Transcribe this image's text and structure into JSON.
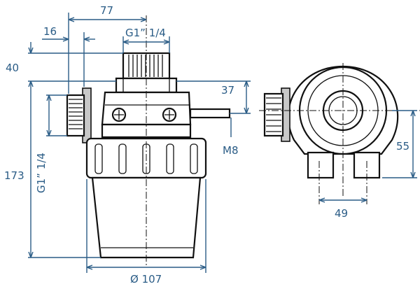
{
  "dimensions": {
    "width_77": "77",
    "offset_16": "16",
    "thread_top": "G1” 1/4",
    "height_40": "40",
    "height_173": "173",
    "thread_side": "G1” 1/4",
    "height_37": "37",
    "bolt_m8": "M8",
    "diameter_107": "Ø 107",
    "height_55": "55",
    "spacing_49": "49"
  },
  "colors": {
    "dimension": "#2a5c86",
    "outline": "#111111",
    "shade": "#c8c8c8"
  }
}
